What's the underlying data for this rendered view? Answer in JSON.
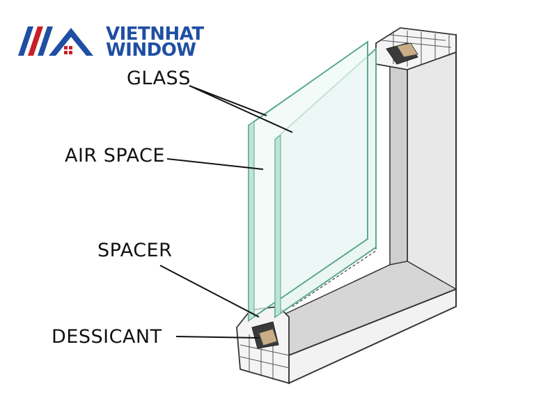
{
  "logo": {
    "line1": "VIETNHAT",
    "line2": "WINDOW"
  },
  "labels": {
    "glass": "GLASS",
    "air_space": "AIR SPACE",
    "spacer": "SPACER",
    "dessicant": "DESSICANT"
  },
  "colors": {
    "brand_blue": "#1f4fa3",
    "brand_red": "#c8202a",
    "glass_edge": "#5aa88c",
    "glass_fill": "#e6f5f1",
    "frame": "#e4e4e4",
    "frame_shadow": "#bdbdbd",
    "desiccant": "#3a3a3a",
    "spacer_tan": "#c9ad86"
  }
}
